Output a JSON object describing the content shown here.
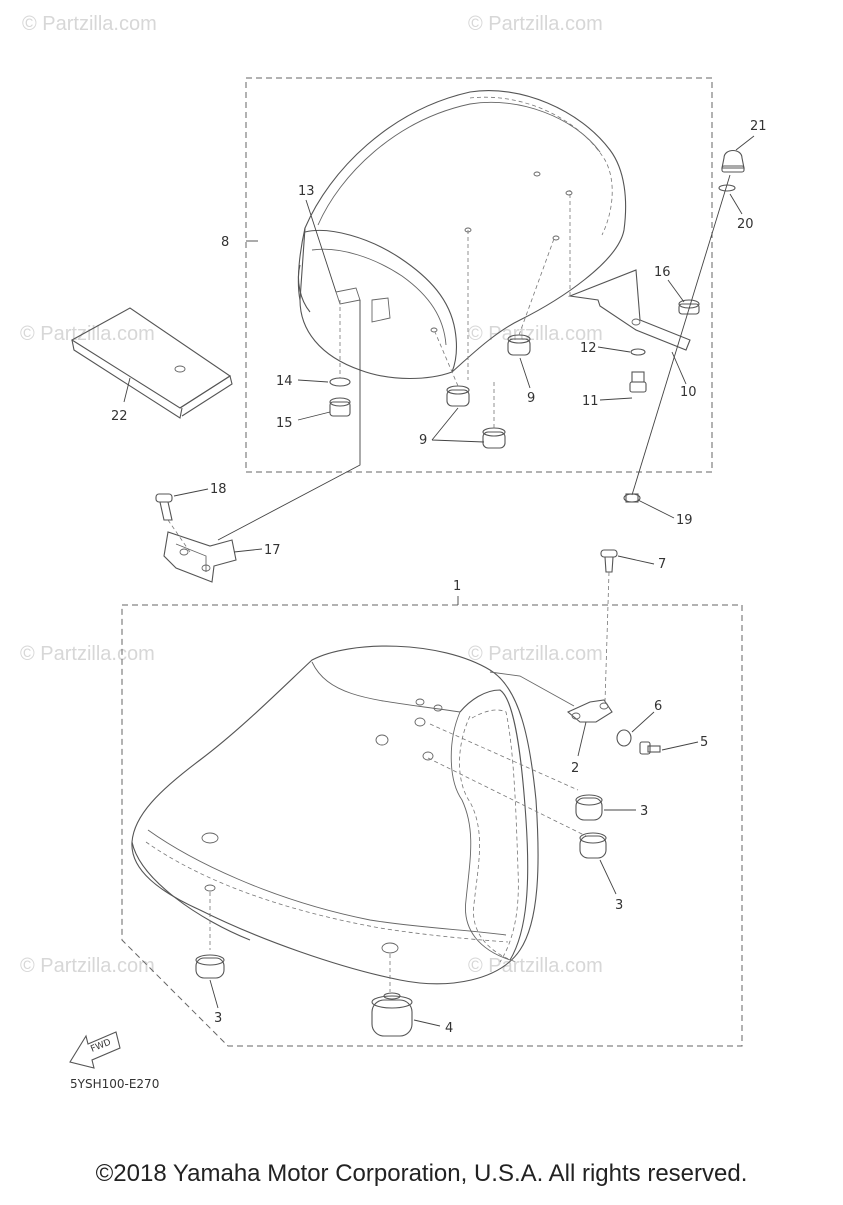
{
  "watermark": "© Partzilla.com",
  "diagram_code": "5YSH100-E270",
  "fwd_label": "FWD",
  "copyright": "©2018 Yamaha Motor Corporation, U.S.A. All rights reserved.",
  "labels": {
    "l1": "1",
    "l2": "2",
    "l3a": "3",
    "l3b": "3",
    "l3c": "3",
    "l4": "4",
    "l5": "5",
    "l6": "6",
    "l7": "7",
    "l8": "8",
    "l9a": "9",
    "l9b": "9",
    "l10": "10",
    "l11": "11",
    "l12": "12",
    "l13": "13",
    "l14": "14",
    "l15": "15",
    "l16": "16",
    "l17": "17",
    "l18": "18",
    "l19": "19",
    "l20": "20",
    "l21": "21",
    "l22": "22"
  }
}
